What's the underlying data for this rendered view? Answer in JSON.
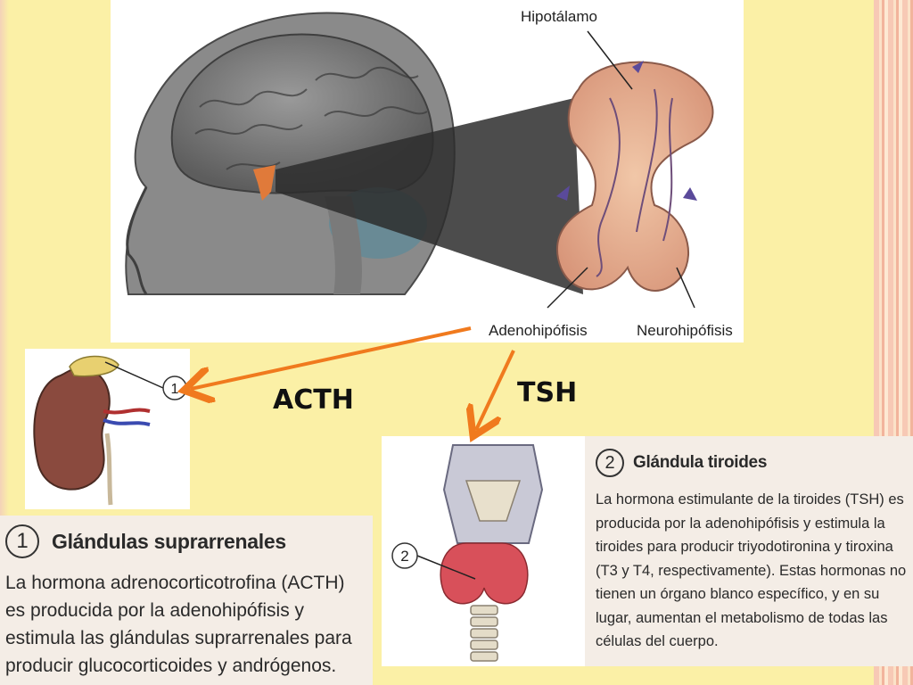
{
  "brain_diagram": {
    "label_hypothalamus": "Hipotálamo",
    "label_adenohypophysis": "Adenohipófisis",
    "label_neurohypophysis": "Neurohipófisis"
  },
  "arrows": {
    "left_hormone": "ACTH",
    "right_hormone": "TSH"
  },
  "adrenal": {
    "marker": "1",
    "title": "Glándulas suprarrenales",
    "body": "La hormona adrenocorticotrofina (ACTH) es producida por la adenohipófisis y estimula las glándulas suprarrenales para producir glucocorticoides y andrógenos."
  },
  "thyroid": {
    "marker": "2",
    "title": "Glándula tiroides",
    "body": "La hormona estimulante de la tiroides (TSH) es producida por la adenohipófisis y estimula la tiroides para producir triyodotironina y tiroxina (T3 y T4, respectivamente). Estas hormonas no tienen un órgano blanco específico, y en su lugar, aumentan el metabolismo de todas las células del cuerpo."
  },
  "colors": {
    "background": "#fbf0a6",
    "arrow": "#f07a1e",
    "text_box": "#f4ede6"
  }
}
